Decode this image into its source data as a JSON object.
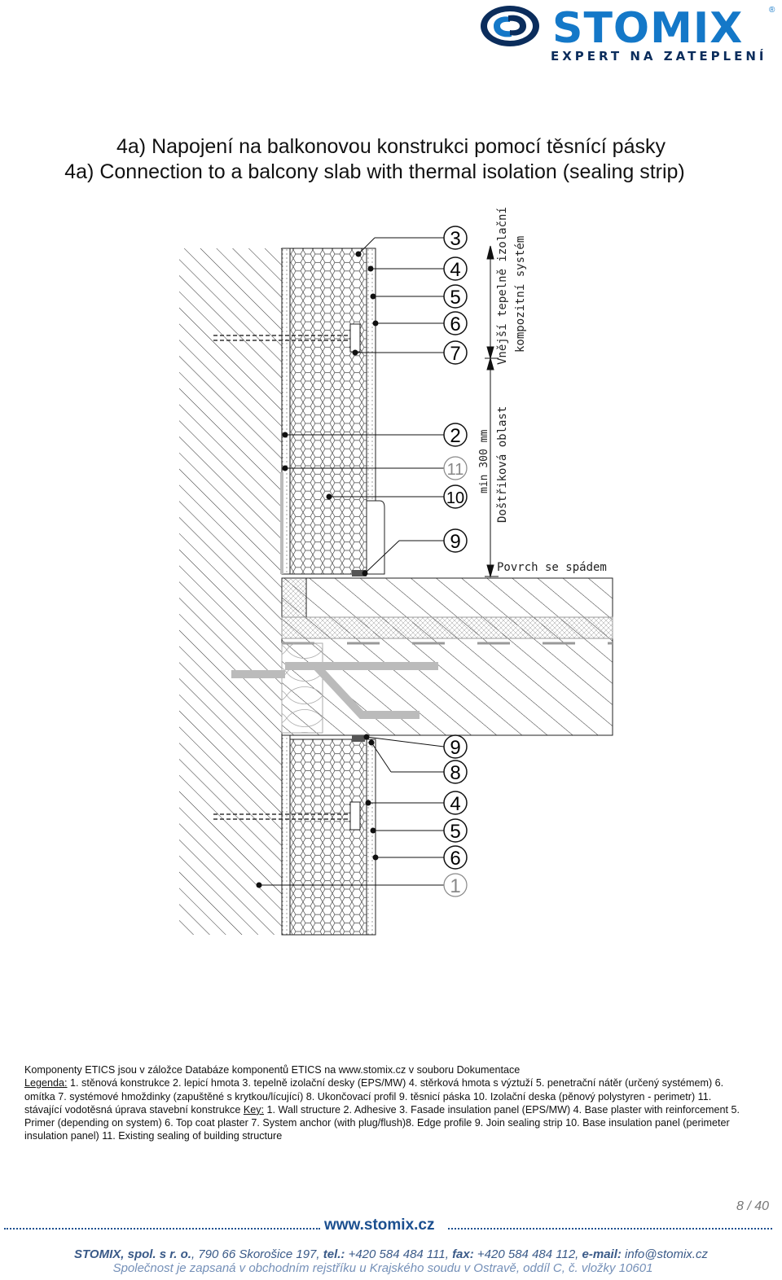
{
  "brand": {
    "name": "STOMIX",
    "registered": "®",
    "tagline": "EXPERT NA ZATEPLENÍ"
  },
  "title": {
    "cz": "4a) Napojení na balkonovou konstrukci pomocí těsnící pásky",
    "en": "4a) Connection to a balcony slab with thermal isolation (sealing strip)"
  },
  "drawing": {
    "labels": {
      "system_vertical": "Vnější tepelně izolační kompozitní systém",
      "system_line1": "Vnější tepelně izolační",
      "system_line2": "kompozitní systém",
      "splash_zone": "Doštřiková oblast",
      "min_height": "min 300 mm",
      "surface": "Povrch se spádem"
    },
    "callouts_upper": [
      "3",
      "4",
      "5",
      "6",
      "7",
      "2",
      "11",
      "10",
      "9"
    ],
    "callouts_lower": [
      "9",
      "8",
      "4",
      "5",
      "6",
      "1"
    ]
  },
  "legend": {
    "line0": "Komponenty ETICS jsou v záložce Databáze komponentů ETICS na www.stomix.cz v souboru Dokumentace",
    "legend_label": "Legenda:",
    "legend_text": " 1. stěnová konstrukce 2. lepicí hmota 3. tepelně izolační desky (EPS/MW) 4. stěrková hmota s výztuží 5. penetrační nátěr (určený systémem) 6. omítka 7. systémové hmoždinky (zapuštěné s krytkou/lícující) 8. Ukončovací profil 9. těsnicí páska 10. Izolační deska (pěnový polystyren - perimetr) 11. stávající vodotěsná úprava stavební konstrukce ",
    "key_label": "Key:",
    "key_text": " 1. Wall structure 2. Adhesive 3. Fasade insulation panel (EPS/MW) 4. Base plaster with reinforcement 5. Primer (depending on system) 6. Top coat plaster 7. System anchor (with plug/flush)8. Edge profile 9. Join sealing strip 10. Base insulation panel (perimeter insulation panel) 11. Existing sealing of building structure"
  },
  "footer": {
    "page": "8 / 40",
    "website": "www.stomix.cz",
    "contact_company": "STOMIX, spol. s r. o.",
    "contact_address": ", 790 66  Skorošice 197, ",
    "tel_label": "tel.:",
    "tel": " +420 584 484 111, ",
    "fax_label": "fax:",
    "fax": " +420 584 484 112, ",
    "email_label": "e-mail:",
    "email": " info@stomix.cz",
    "registry": "Společnost je zapsaná v obchodním rejstříku u Krajského soudu v Ostravě, oddíl C, č. vložky 10601"
  },
  "colors": {
    "brand_blue": "#1478c8",
    "brand_navy": "#0b2d5c",
    "footer_blue": "#1b4f8f"
  }
}
